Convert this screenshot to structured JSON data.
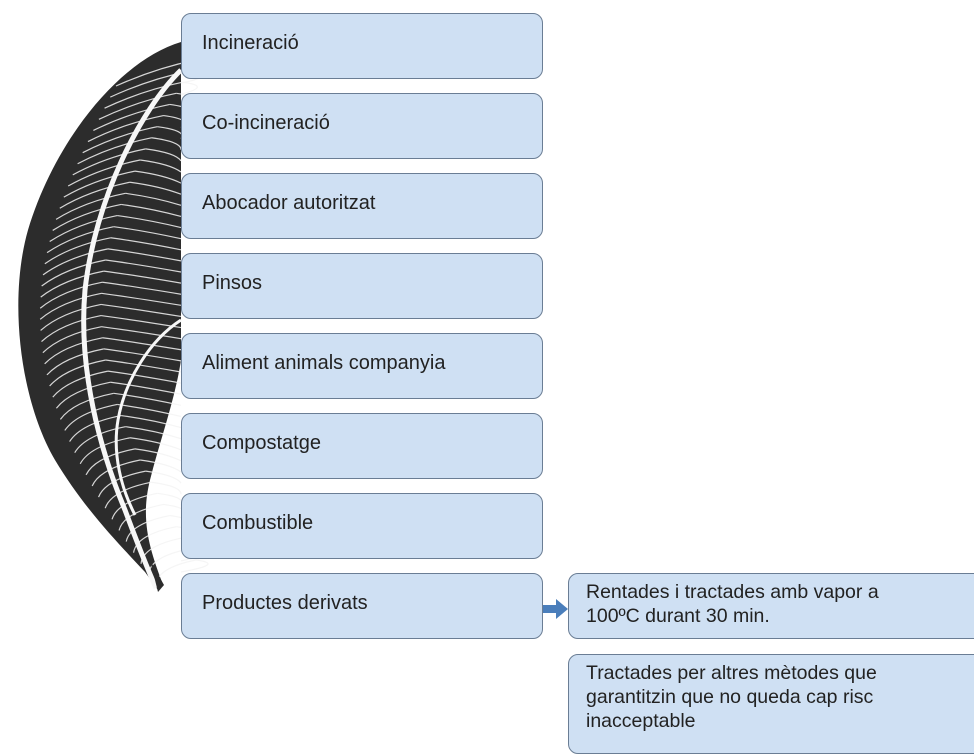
{
  "items": [
    {
      "label": "Incineració"
    },
    {
      "label": "Co-incineració"
    },
    {
      "label": "Abocador autoritzat"
    },
    {
      "label": "Pinsos"
    },
    {
      "label": "Aliment animals companyia"
    },
    {
      "label": "Compostatge"
    },
    {
      "label": "Combustible"
    },
    {
      "label": "Productes derivats"
    }
  ],
  "sub_items": [
    {
      "line1": "Rentades i tractades amb vapor a",
      "line2": "100ºC durant 30 min.",
      "line3": ""
    },
    {
      "line1": "Tractades per altres mètodes que",
      "line2": "garantitzin que no queda cap risc",
      "line3": "inacceptable"
    }
  ],
  "colors": {
    "box_fill": "#cfe0f3",
    "box_border": "#6a7d94",
    "arrow": "#4a7ebb"
  },
  "icons": {
    "feather": "feather-illustration",
    "arrow": "right-arrow-icon"
  }
}
